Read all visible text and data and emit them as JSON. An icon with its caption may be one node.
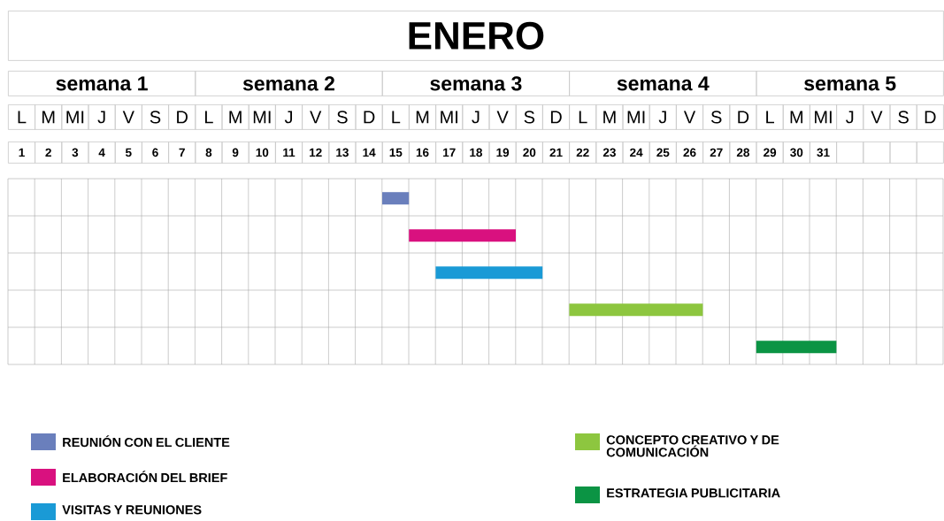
{
  "diagram": {
    "title": "ENERO",
    "nodes": [
      {
        "text": [],
        "shape": "bar"
      },
      {
        "text": [],
        "shape": "bar"
      },
      {
        "text": [],
        "shape": "bar"
      },
      {
        "text": [],
        "shape": "bar"
      },
      {
        "text": [],
        "shape": "bar"
      }
    ],
    "labels": [
      "semana 1",
      "semana 2",
      "semana 3",
      "semana 4",
      "semana 5",
      "L",
      "M",
      "MI",
      "J",
      "V",
      "S",
      "D",
      "L",
      "M",
      "MI",
      "J",
      "V",
      "S",
      "D",
      "L",
      "M",
      "MI",
      "J",
      "V",
      "S",
      "D",
      "L",
      "M",
      "MI",
      "J",
      "V",
      "S",
      "D",
      "L",
      "M",
      "MI",
      "J",
      "V",
      "S",
      "D",
      "1",
      "2",
      "3",
      "4",
      "5",
      "6",
      "7",
      "8",
      "9",
      "10",
      "11",
      "12",
      "13",
      "14",
      "15",
      "16",
      "17",
      "18",
      "19",
      "20",
      "21",
      "22",
      "23",
      "24",
      "25",
      "26",
      "27",
      "28",
      "29",
      "30",
      "31"
    ],
    "legend": [
      {
        "text": "REUNIÓN CON EL CLIENTE",
        "color": "#6a7fbc"
      },
      {
        "text": "ELABORACIÓN DEL BRIEF",
        "color": "#d9117f"
      },
      {
        "text": "VISITAS Y REUNIONES",
        "color": "#1a9ad6"
      },
      {
        "text": "CONCEPTO CREATIVO Y DE COMUNICACIÓN",
        "color": "#8dc63f"
      },
      {
        "text": "ESTRATEGIA PUBLICITARIA",
        "color": "#0b9444"
      }
    ]
  }
}
